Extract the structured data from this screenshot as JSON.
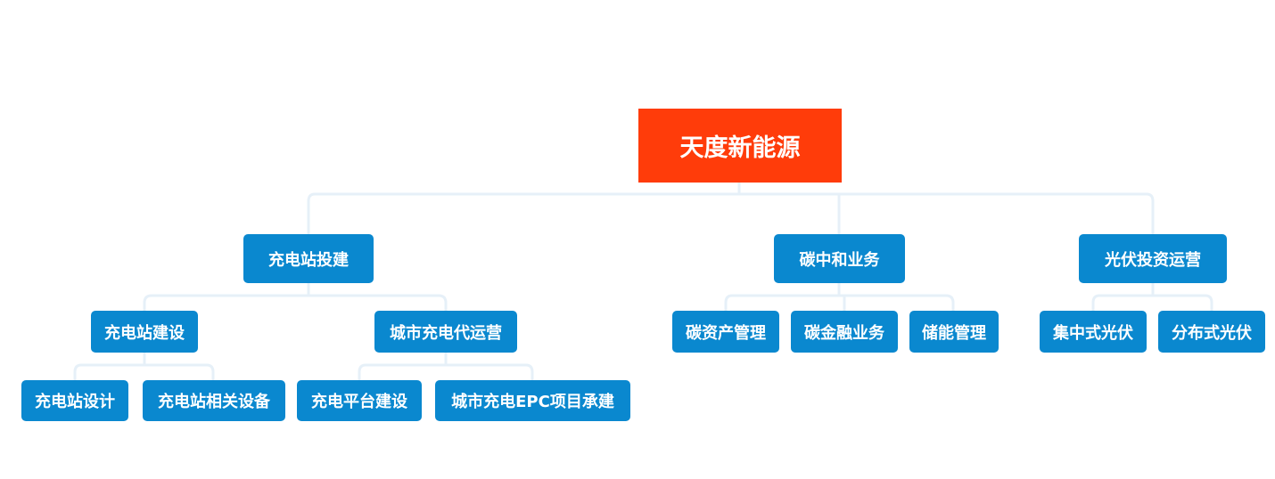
{
  "colors": {
    "root_fill": "#ff3c0a",
    "node_fill": "#0a88cf",
    "node_text": "#ffffff",
    "connector": "#e6f0f8",
    "background": "#ffffff"
  },
  "mindmap": {
    "root": "天度新能源",
    "branches": [
      {
        "label": "充电站投建",
        "children": [
          {
            "label": "充电站建设",
            "children": [
              "充电站设计",
              "充电站相关设备"
            ]
          },
          {
            "label": "城市充电代运营",
            "children": [
              "充电平台建设",
              "城市充电EPC项目承建"
            ]
          }
        ]
      },
      {
        "label": "碳中和业务",
        "children": [
          {
            "label": "碳资产管理",
            "children": []
          },
          {
            "label": "碳金融业务",
            "children": []
          },
          {
            "label": "储能管理",
            "children": []
          }
        ]
      },
      {
        "label": "光伏投资运营",
        "children": [
          {
            "label": "集中式光伏",
            "children": []
          },
          {
            "label": "分布式光伏",
            "children": []
          }
        ]
      }
    ]
  }
}
